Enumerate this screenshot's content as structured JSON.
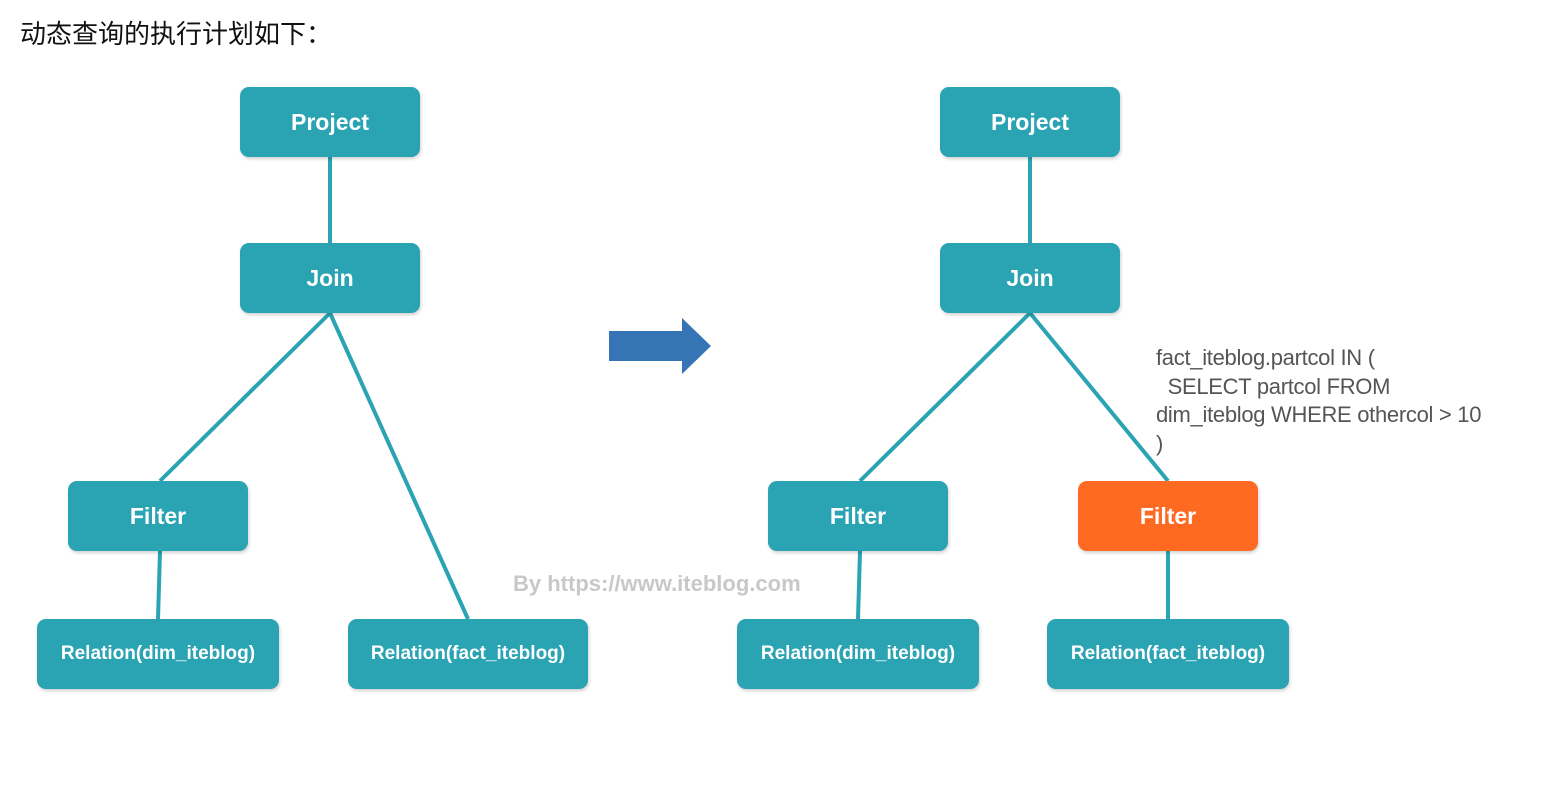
{
  "heading": "动态查询的执行计划如下：",
  "left_plan": {
    "project": "Project",
    "join": "Join",
    "filter": "Filter",
    "relation_dim": "Relation(dim_iteblog)",
    "relation_fact": "Relation(fact_iteblog)"
  },
  "right_plan": {
    "project": "Project",
    "join": "Join",
    "filter_left": "Filter",
    "filter_right": "Filter",
    "relation_dim": "Relation(dim_iteblog)",
    "relation_fact": "Relation(fact_iteblog)"
  },
  "annotation": "fact_iteblog.partcol IN (\n  SELECT partcol FROM\ndim_iteblog WHERE othercol > 10\n)",
  "watermark": "By https://www.iteblog.com",
  "colors": {
    "node": "#2aa3b3",
    "highlight": "#ff6a22",
    "edge": "#2aa3b3",
    "arrow": "#3575b5",
    "annotation_text": "#555555",
    "watermark": "#c8c8c8"
  },
  "icons": {
    "transform_arrow": "right-arrow-icon"
  }
}
